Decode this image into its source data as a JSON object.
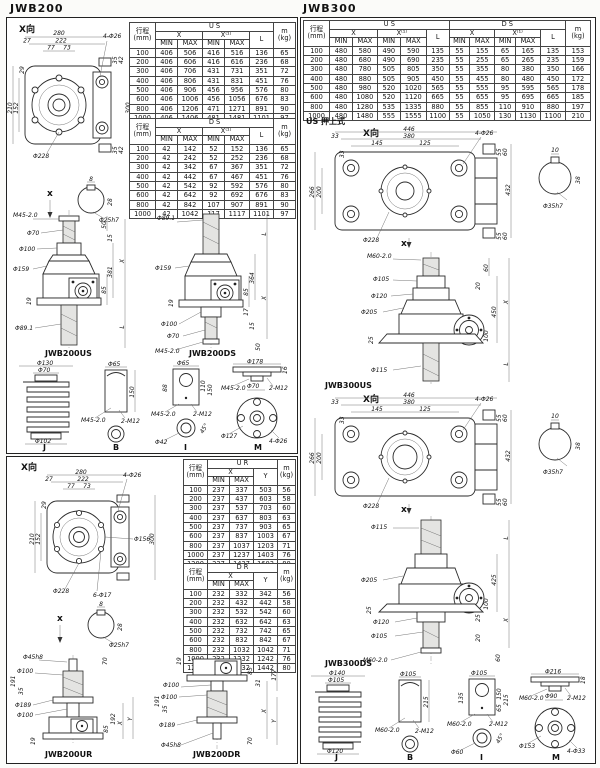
{
  "page": {
    "left_title": "JWB200",
    "right_title": "JWB300",
    "us_note": "US 押上式",
    "view_label": "X向",
    "x_mark": "x"
  },
  "th": {
    "stroke": "行程",
    "stroke_unit": "(mm)",
    "min": "MIN",
    "max": "MAX",
    "L": "L",
    "m": "m",
    "m_unit": "(kg)",
    "x": "X",
    "x1": "X⁽¹⁾",
    "us": "U S",
    "ds": "D S",
    "ur": "U R",
    "dr": "D R"
  },
  "jwb200": {
    "us_rows": [
      [
        100,
        406,
        506,
        416,
        516,
        136,
        65
      ],
      [
        200,
        406,
        606,
        416,
        616,
        236,
        68
      ],
      [
        300,
        406,
        706,
        431,
        731,
        351,
        72
      ],
      [
        400,
        406,
        806,
        431,
        831,
        451,
        76
      ],
      [
        500,
        406,
        906,
        456,
        956,
        576,
        80
      ],
      [
        600,
        406,
        1006,
        456,
        1056,
        676,
        83
      ],
      [
        800,
        406,
        1206,
        471,
        1271,
        891,
        90
      ],
      [
        1000,
        406,
        1406,
        481,
        1481,
        1101,
        97
      ]
    ],
    "ds_rows": [
      [
        100,
        42,
        142,
        52,
        152,
        136,
        65
      ],
      [
        200,
        42,
        242,
        52,
        252,
        236,
        68
      ],
      [
        300,
        42,
        342,
        67,
        367,
        351,
        72
      ],
      [
        400,
        42,
        442,
        67,
        467,
        451,
        76
      ],
      [
        500,
        42,
        542,
        92,
        592,
        576,
        80
      ],
      [
        600,
        42,
        642,
        92,
        692,
        676,
        83
      ],
      [
        800,
        42,
        842,
        107,
        907,
        891,
        90
      ],
      [
        1000,
        42,
        1042,
        117,
        1117,
        1101,
        97
      ]
    ],
    "ur_rows": [
      [
        100,
        237,
        337,
        503,
        56
      ],
      [
        200,
        237,
        437,
        603,
        58
      ],
      [
        300,
        237,
        537,
        703,
        60
      ],
      [
        400,
        237,
        637,
        803,
        63
      ],
      [
        500,
        237,
        737,
        903,
        65
      ],
      [
        600,
        237,
        837,
        1003,
        67
      ],
      [
        800,
        237,
        1037,
        1203,
        71
      ],
      [
        1000,
        237,
        1237,
        1403,
        76
      ],
      [
        1200,
        237,
        1437,
        1603,
        80
      ]
    ],
    "dr_rows": [
      [
        100,
        232,
        332,
        342,
        56
      ],
      [
        200,
        232,
        432,
        442,
        58
      ],
      [
        300,
        232,
        532,
        542,
        60
      ],
      [
        400,
        232,
        632,
        642,
        63
      ],
      [
        500,
        232,
        732,
        742,
        65
      ],
      [
        600,
        232,
        832,
        842,
        67
      ],
      [
        800,
        232,
        1032,
        1042,
        71
      ],
      [
        1000,
        232,
        1232,
        1242,
        76
      ],
      [
        1200,
        232,
        1432,
        1442,
        80
      ]
    ],
    "top": {
      "w280": "280",
      "w222": "222",
      "w77": "77",
      "w73": "73",
      "w27": "27",
      "h29": "29",
      "h210": "210",
      "h152": "152",
      "h300": "300",
      "holes": "4-Φ26",
      "bc": "Φ228",
      "r1": "35",
      "r2": "42"
    },
    "top_ur": {
      "d156": "Φ156",
      "holes2": "6-Φ17"
    },
    "shaft": {
      "w": "8",
      "h": "28",
      "d": "Φ25h7"
    },
    "usv": {
      "thread": "M45-2.0",
      "d70": "Φ70",
      "d100": "Φ100",
      "d159": "Φ159",
      "d89": "Φ89.1",
      "h19": "19",
      "h50": "50",
      "h15": "15",
      "h381": "381",
      "h85": "85",
      "X": "X",
      "L": "L",
      "caption": "JWB200US"
    },
    "dsv": {
      "d89": "Φ89.1",
      "d159": "Φ159",
      "d100": "Φ100",
      "d70": "Φ70",
      "thread": "M45-2.0",
      "h19": "19",
      "h364": "364",
      "h85": "85",
      "h17": "17",
      "h15": "15",
      "h50": "50",
      "X": "X",
      "L": "L",
      "caption": "JWB200DS"
    },
    "urv": {
      "d45": "Φ45h8",
      "d100a": "Φ100",
      "h70": "70",
      "h191": "191",
      "h35": "35",
      "d189": "Φ189",
      "d100b": "Φ100",
      "Y": "Y",
      "X": "X",
      "h85": "85",
      "h192": "192",
      "h19": "19",
      "caption": "JWB200UR"
    },
    "drv": {
      "h19": "19",
      "d100a": "Φ100",
      "d100b": "Φ100",
      "h177": "177",
      "h85": "85",
      "h31": "31",
      "X": "X",
      "Y": "Y",
      "h191": "191",
      "h35": "35",
      "d189": "Φ189",
      "d45": "Φ45h8",
      "h70": "70",
      "caption": "JWB200DR"
    },
    "comp": {
      "j": {
        "d130": "Φ130",
        "d70": "Φ70",
        "d102": "Φ102",
        "label": "J"
      },
      "b": {
        "d65": "Φ65",
        "h150": "150",
        "thread": "M45-2.0",
        "tap": "2-M12",
        "label": "B"
      },
      "i": {
        "d65": "Φ65",
        "h88": "88",
        "h110": "110",
        "h150": "150",
        "thread": "M45-2.0",
        "tap": "2-M12",
        "d42": "Φ42",
        "ang": "45°",
        "label": "I"
      },
      "m": {
        "d178": "Φ178",
        "h16": "16",
        "thread": "M45-2.0",
        "d70": "Φ70",
        "tap": "2-M12",
        "d127": "Φ127",
        "holes": "4-Φ26",
        "label": "M"
      }
    }
  },
  "jwb300": {
    "rows": [
      [
        100,
        480,
        580,
        490,
        590,
        135,
        55,
        155,
        65,
        165,
        135,
        153
      ],
      [
        200,
        480,
        680,
        490,
        690,
        235,
        55,
        255,
        65,
        265,
        235,
        159
      ],
      [
        300,
        480,
        780,
        505,
        805,
        350,
        55,
        355,
        80,
        380,
        350,
        166
      ],
      [
        400,
        480,
        880,
        505,
        905,
        450,
        55,
        455,
        80,
        480,
        450,
        172
      ],
      [
        500,
        480,
        980,
        520,
        1020,
        565,
        55,
        555,
        95,
        595,
        565,
        178
      ],
      [
        600,
        480,
        1080,
        520,
        1120,
        665,
        55,
        655,
        95,
        695,
        665,
        185
      ],
      [
        800,
        480,
        1280,
        535,
        1335,
        880,
        55,
        855,
        110,
        910,
        880,
        197
      ],
      [
        1000,
        480,
        1480,
        555,
        1555,
        1100,
        55,
        1050,
        130,
        1130,
        1100,
        210
      ]
    ],
    "top": {
      "w446": "446",
      "w380": "380",
      "w145": "145",
      "w125": "125",
      "w33": "33",
      "w33b": "33",
      "holes": "4-Φ26",
      "h266": "266",
      "h200": "200",
      "bc": "Φ228",
      "h432": "432",
      "s55": "55",
      "s60": "60"
    },
    "shaft": {
      "w": "10",
      "h": "38",
      "d": "Φ35h7"
    },
    "usv": {
      "thread": "M60-2.0",
      "d105": "Φ105",
      "d120": "Φ120",
      "d205": "Φ205",
      "h25": "25",
      "d115": "Φ115",
      "h60": "60",
      "h20": "20",
      "h450": "450",
      "X": "X",
      "h100": "100",
      "L": "L",
      "caption": "JWB300US"
    },
    "dsv": {
      "d115": "Φ115",
      "L": "L",
      "d205": "Φ205",
      "h425": "425",
      "h25": "25",
      "h100": "100",
      "d120": "Φ120",
      "h25b": "25",
      "X": "X",
      "d105": "Φ105",
      "h20": "20",
      "thread": "M60-2.0",
      "h60": "60",
      "caption": "JWB300DS"
    },
    "comp": {
      "j": {
        "d140": "Φ140",
        "d105": "Φ105",
        "d120": "Φ120",
        "label": "J"
      },
      "b": {
        "d105": "Φ105",
        "h215": "215",
        "thread": "M60-2.0",
        "tap": "2-M12",
        "label": "B"
      },
      "i": {
        "d105": "Φ105",
        "h135": "135",
        "h150": "150",
        "h65": "65",
        "h215": "215",
        "thread": "M60-2.0",
        "tap": "2-M12",
        "d60": "Φ60",
        "ang": "45°",
        "label": "I"
      },
      "m": {
        "d216": "Φ216",
        "h18": "18",
        "thread": "M60-2.0",
        "d90": "Φ90",
        "tap": "2-M12",
        "d153": "Φ153",
        "holes": "4-Φ33",
        "label": "M"
      }
    }
  }
}
